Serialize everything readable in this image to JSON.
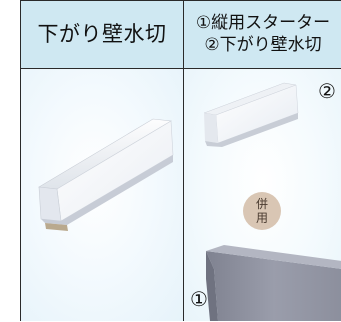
{
  "table": {
    "left_header": "下がり壁水切",
    "right_header_line1": "①縦用スターター",
    "right_header_line2": "②下がり壁水切",
    "marker_2": "②",
    "marker_1": "①",
    "combo_badge_line1": "併",
    "combo_badge_line2": "用"
  },
  "colors": {
    "header_bg": "#cfe8f2",
    "badge_bg": "#d9c6b4",
    "part_white": "#f8f9fb",
    "part_gray": "#8a8d9a"
  }
}
